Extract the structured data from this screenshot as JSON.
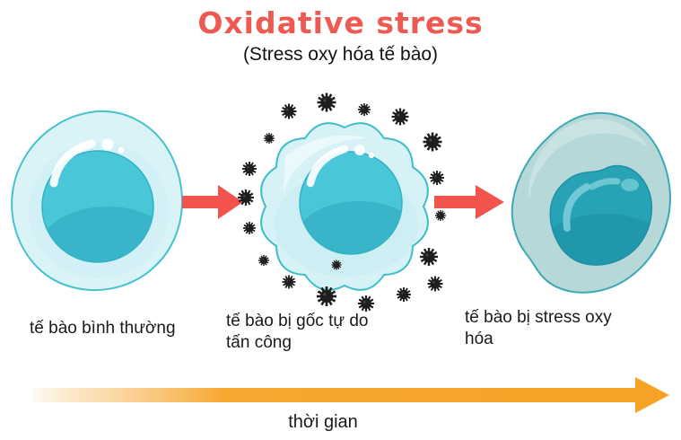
{
  "header": {
    "title": "Oxidative stress",
    "subtitle": "(Stress oxy hóa tế bào)"
  },
  "cells": [
    {
      "name": "normal-cell",
      "label_lines": [
        "tế bào bình thường",
        ""
      ]
    },
    {
      "name": "attacked-cell",
      "label_lines": [
        "tế bào bị gốc tự do",
        "tấn công"
      ]
    },
    {
      "name": "stressed-cell",
      "label_lines": [
        "tế bào bị stress oxy",
        "hóa"
      ]
    }
  ],
  "timeline": {
    "label": "thời gian"
  },
  "icons": {
    "red_arrow": "arrow-right",
    "free_radical": "spiky-ball",
    "timeline_arrow": "gradient-arrow-right"
  },
  "colors": {
    "title_red": "#ee5a52",
    "arrow_red": "#f2544d",
    "timeline_orange": "#f5a325",
    "cell_fill": "#daf3f7",
    "cell_outline": "#3fbeca",
    "nucleus": "#49c7d8",
    "stressed_cell_fill": "#b7d8d9",
    "stressed_nucleus": "#28a2b5",
    "radical_black": "#1e1e1e",
    "text": "#1a1a1a"
  }
}
